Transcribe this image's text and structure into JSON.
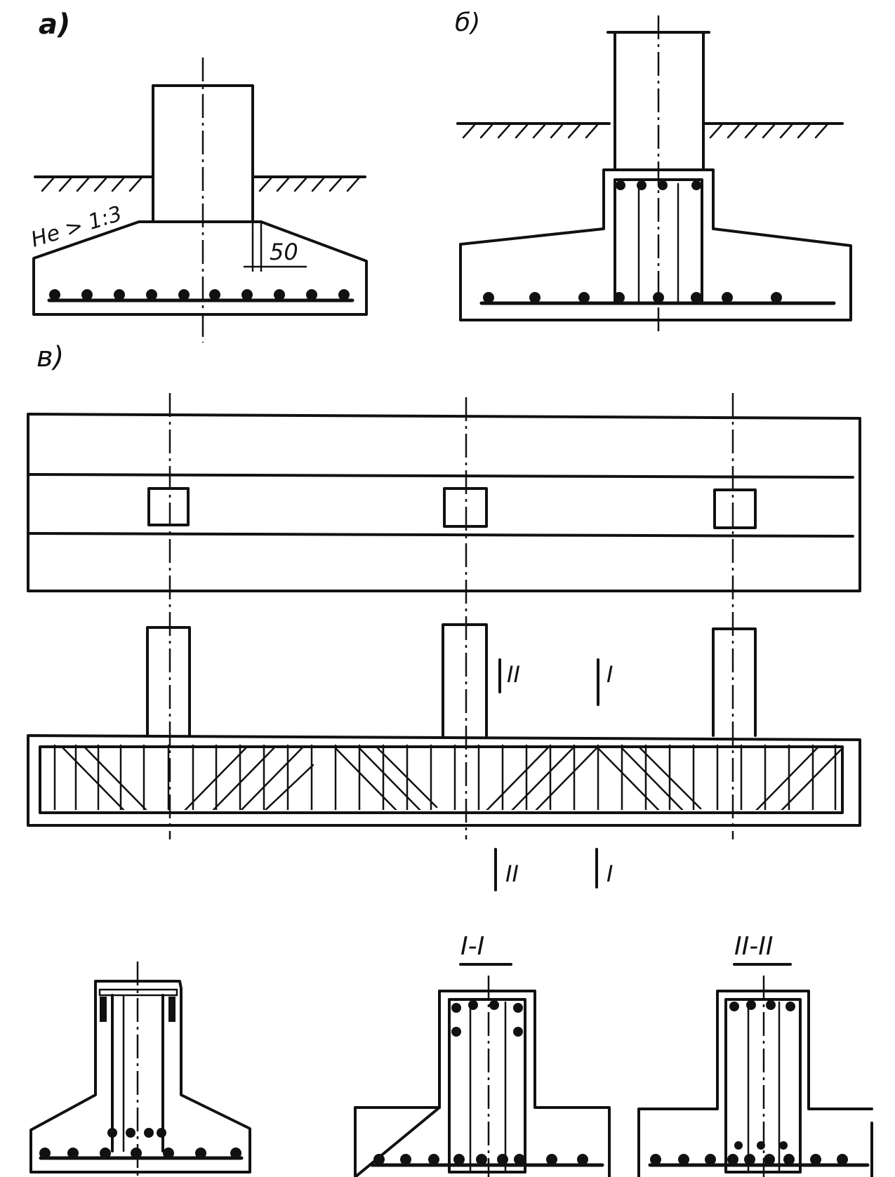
{
  "panels": {
    "a": {
      "label": "а)",
      "slope_note": "Не > 1:3",
      "dimension": "50"
    },
    "b": {
      "label": "б)"
    },
    "c": {
      "label": "в)"
    }
  },
  "section_marks": {
    "top": {
      "left": "II",
      "right": "I"
    },
    "bottom": {
      "left": "II",
      "right": "I"
    }
  },
  "section_titles": {
    "section_1": "I-I",
    "section_2": "II-II"
  }
}
